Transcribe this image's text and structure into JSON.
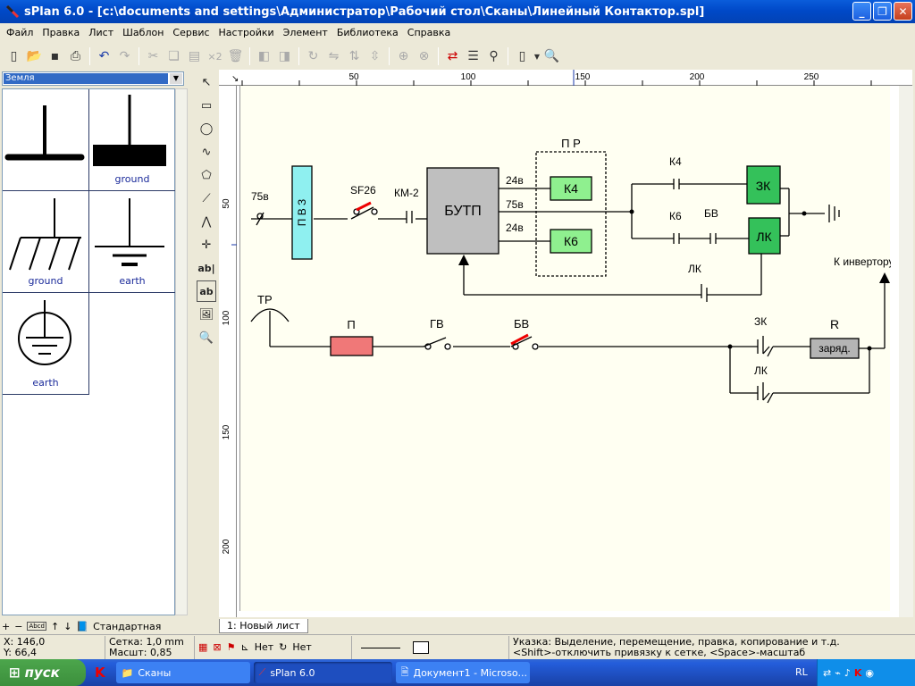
{
  "window": {
    "title": "sPlan 6.0 - [c:\\documents and settings\\Администратор\\Рабочий стол\\Сканы\\Линейный Контактор.spl]"
  },
  "menu": [
    "Файл",
    "Правка",
    "Лист",
    "Шаблон",
    "Сервис",
    "Настройки",
    "Элемент",
    "Библиотека",
    "Справка"
  ],
  "toolbar": {
    "mirror_label": "×2"
  },
  "library": {
    "selected": "Земля",
    "items": [
      {
        "label": ""
      },
      {
        "label": "ground"
      },
      {
        "label": "ground"
      },
      {
        "label": "earth"
      },
      {
        "label": "earth"
      }
    ],
    "footer_label": "Стандартная",
    "footer_icon_text": "Abcd"
  },
  "sidebar_tools": {
    "text_tool_1": "ab|",
    "text_tool_2": "ab"
  },
  "rulers": {
    "h_ticks": [
      "50",
      "100",
      "150",
      "200",
      "250"
    ],
    "v_ticks": [
      "50",
      "100",
      "150",
      "200"
    ]
  },
  "tabs": [
    "1: Новый лист"
  ],
  "schematic": {
    "lbl_75v_left": "75в",
    "pvz": "П В З",
    "sf26": "SF26",
    "km2": "КМ-2",
    "butp": "БУТП",
    "v24_top": "24в",
    "v75": "75в",
    "v24_bot": "24в",
    "pr": "П Р",
    "k4": "К4",
    "k6": "К6",
    "k4_contact": "К4",
    "k6_contact": "К6",
    "bv_contact_top": "БВ",
    "zk": "ЗК",
    "lk": "ЛК",
    "lk_contact": "ЛК",
    "k_invertoru": "К инвертору",
    "tr": "ТР",
    "p_label": "П",
    "gv": "ГВ",
    "bv": "БВ",
    "zk_contact": "ЗК",
    "r_label": "R",
    "zaryad": "заряд.",
    "lk_contact_bot": "ЛК"
  },
  "status": {
    "x": "X: 146,0",
    "y": "Y: 66,4",
    "grid": "Сетка:  1,0 mm",
    "scale": "Масшт:  0,85",
    "net1": "Нет",
    "net2": "Нет",
    "hint1": "Указка: Выделение, перемещение, правка, копирование и т.д.",
    "hint2": "<Shift>-отключить привязку к сетке, <Space>-масштаб"
  },
  "taskbar": {
    "start": "пуск",
    "tasks": [
      "Сканы",
      "sPlan 6.0",
      "Документ1 - Microso..."
    ],
    "lang": "RL"
  },
  "colors": {
    "green_box": "#34c15a",
    "light_green": "#8ff08f",
    "butp": "#bfbfbf",
    "pvz": "#8ff0f0",
    "fuse": "#f07878",
    "charge": "#b4b4b4"
  }
}
